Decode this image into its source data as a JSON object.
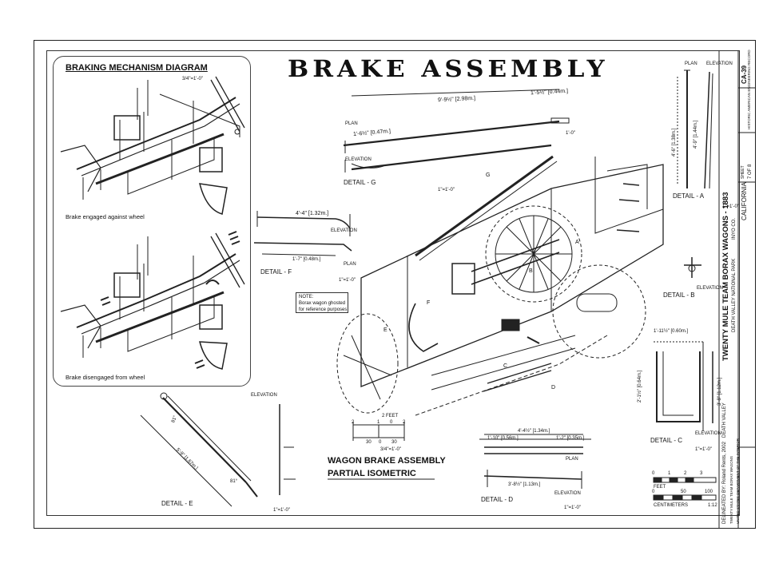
{
  "title": "BRAKE ASSEMBLY",
  "mechanism": {
    "heading": "BRAKING MECHANISM DIAGRAM",
    "scale": "3/4\"=1'-0\"",
    "caption_engaged": "Brake engaged against wheel",
    "caption_disengaged": "Brake disengaged from wheel"
  },
  "detail_g": {
    "label": "DETAIL - G",
    "overall": "9'-9½\" [2.98m.]",
    "part": "1'-5½\" [0.44m.]",
    "plan": "PLAN",
    "elevation": "ELEVATION",
    "width": "1'-6½\" [0.47m.]",
    "rise": "1'-0\"",
    "scale": "1\"=1'-0\""
  },
  "detail_f": {
    "label": "DETAIL - F",
    "length": "4'-4\" [1.32m.]",
    "elevation": "ELEVATION",
    "plan": "PLAN",
    "sub": "1'-7\" [0.48m.]",
    "scale": "1\"=1'-0\""
  },
  "note": {
    "heading": "NOTE:",
    "text_1": "Borax wagon ghosted",
    "text_2": "for reference purposes"
  },
  "detail_a": {
    "plan": "PLAN",
    "elevation": "ELEVATION",
    "height_1": "4'-6\" [1.38m.]",
    "height_2": "4'-9\" [1.44m.]",
    "label": "DETAIL - A",
    "scale": "1\"=1'-0\""
  },
  "detail_b": {
    "label": "DETAIL - B",
    "elevation": "ELEVATION"
  },
  "detail_c": {
    "width": "1'-11½\" [0.60m.]",
    "height_1": "2'-1½\" [0.64m.]",
    "height_2": "3'-8\" [1.12m.]",
    "elevation": "ELEVATION",
    "label": "DETAIL - C",
    "scale": "1\"=1'-0\""
  },
  "detail_d": {
    "overall": "4'-4½\" [1.34m.]",
    "part_1": "1'-10\" [0.56m.]",
    "part_2": "1'-2\" [0.35m.]",
    "plan": "PLAN",
    "bottom": "3'-8½\" [1.13m.]",
    "elevation": "ELEVATION",
    "label": "DETAIL - D",
    "scale": "1\"=1'-0\""
  },
  "detail_e": {
    "elevation": "ELEVATION",
    "top": "81°",
    "length": "5'-9\" [1.67m.]",
    "angle": "81°",
    "label": "DETAIL - E",
    "scale": "1\"=1'-0\""
  },
  "callouts": [
    "A",
    "B",
    "C",
    "D",
    "E",
    "F",
    "G"
  ],
  "scale_feet": {
    "label": "2 FEET",
    "ticks": [
      "2",
      "1",
      "0",
      "2"
    ],
    "cm": [
      "30",
      "0",
      "30"
    ],
    "ratio": "3/4\"=1'-0\""
  },
  "assembly": {
    "line1": "WAGON BRAKE ASSEMBLY",
    "line2": "PARTIAL ISOMETRIC"
  },
  "bar_scale": {
    "feet_label": "FEET",
    "feet_ticks": [
      "0",
      "1",
      "2",
      "3"
    ],
    "cm_label": "CENTIMETERS",
    "cm_ticks": [
      "0",
      "50",
      "100"
    ],
    "ratio": "1:12"
  },
  "titleblock": {
    "project": "TWENTY MULE TEAM BORAX WAGONS - 1883",
    "location_1": "DEATH VALLEY NATIONAL PARK",
    "location_2": "INYO CO.",
    "place": "DEATH VALLEY",
    "state": "CALIFORNIA",
    "survey_no": "CA-39",
    "survey_org": "HISTORIC AMERICAN ENGINEERING RECORD",
    "sheet": "7 OF 8",
    "sheet_label": "SHEET",
    "delineator": "DELINEATED BY: Roland Rents, 2002",
    "agency_1": "TWENTY MULE TEAM BORAX WAGONS",
    "agency_2": "UNITED STATES DEPARTMENT OF THE INTERIOR"
  }
}
